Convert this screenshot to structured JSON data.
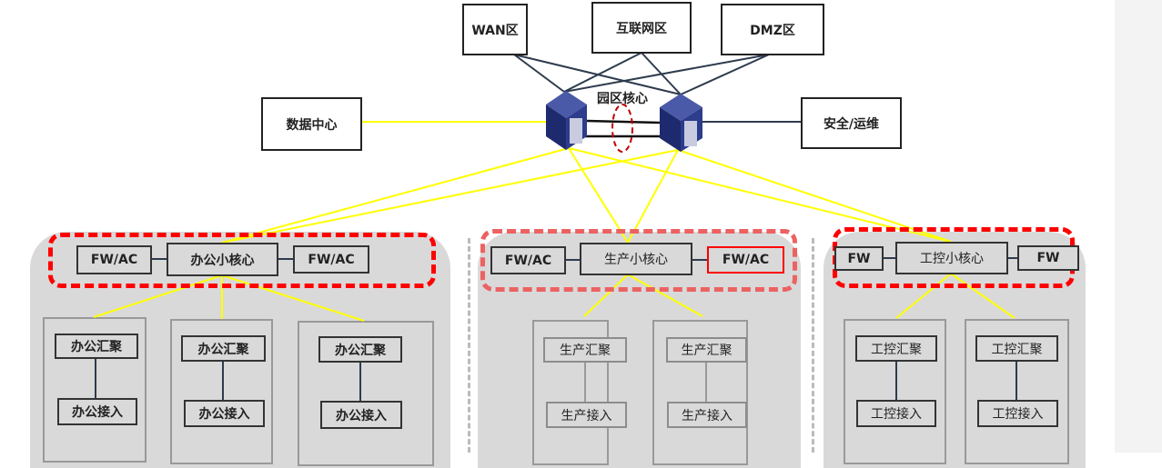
{
  "top_zones": [
    "WAN区",
    "互联网区",
    "DMZ区"
  ],
  "side_nodes": {
    "left": "数据中心",
    "right": "安全/运维"
  },
  "core_label": "园区核心",
  "office": {
    "fw_left": "FW/AC",
    "core": "办公小核心",
    "fw_right": "FW/AC",
    "groups": [
      {
        "agg": "办公汇聚",
        "access": "办公接入"
      },
      {
        "agg": "办公汇聚",
        "access": "办公接入"
      },
      {
        "agg": "办公汇聚",
        "access": "办公接入"
      }
    ]
  },
  "production": {
    "fw_left": "FW/AC",
    "core": "生产小核心",
    "fw_right": "FW/AC",
    "groups": [
      {
        "agg": "生产汇聚",
        "access": "生产接入"
      },
      {
        "agg": "生产汇聚",
        "access": "生产接入"
      }
    ]
  },
  "industrial": {
    "fw_left": "FW",
    "core": "工控小核心",
    "fw_right": "FW",
    "groups": [
      {
        "agg": "工控汇聚",
        "access": "工控接入"
      },
      {
        "agg": "工控汇聚",
        "access": "工控接入"
      }
    ]
  },
  "colors": {
    "uplink": "#ffff00",
    "dark_link": "#2e3b4e",
    "highlight": "#ff0000",
    "switch": "#283580"
  }
}
